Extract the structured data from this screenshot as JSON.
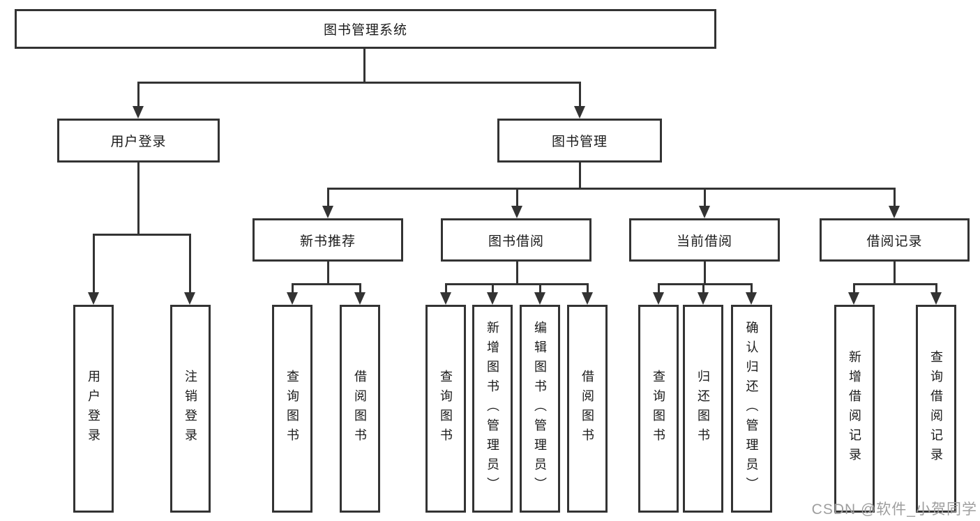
{
  "nodes": {
    "root": "图书管理系统",
    "level2": [
      "用户登录",
      "图书管理"
    ],
    "level3": [
      "新书推荐",
      "图书借阅",
      "当前借阅",
      "借阅记录"
    ],
    "leaves": [
      "用户登录",
      "注销登录",
      "查询图书",
      "借阅图书",
      "查询图书",
      "新增图书（管理员）",
      "编辑图书（管理员）",
      "借阅图书",
      "查询图书",
      "归还图书",
      "确认归还（管理员）",
      "新增借阅记录",
      "查询借阅记录"
    ]
  },
  "watermark": "CSDN @软件_小贺同学",
  "colors": {
    "line": "#333333",
    "box_border": "#333333",
    "text": "#1a1a1a",
    "background": "#ffffff",
    "watermark": "#9e9e9e"
  }
}
